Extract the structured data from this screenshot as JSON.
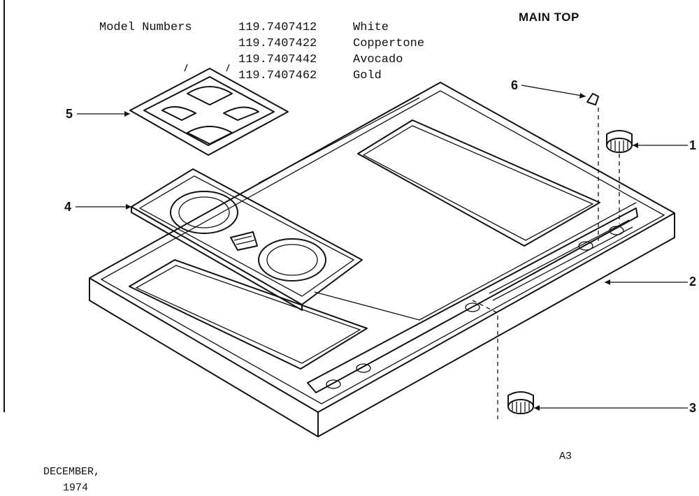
{
  "header": {
    "title": "MAIN TOP",
    "model_label": "Model Numbers",
    "models": [
      {
        "number": "119.7407412",
        "color": "White"
      },
      {
        "number": "119.7407422",
        "color": "Coppertone"
      },
      {
        "number": "119.7407442",
        "color": "Avocado"
      },
      {
        "number": "119.7407462",
        "color": "Gold"
      }
    ]
  },
  "callouts": [
    "1",
    "2",
    "3",
    "4",
    "5",
    "6"
  ],
  "footer": {
    "page_code": "A3",
    "date_month": "DECEMBER,",
    "date_year": "1974"
  },
  "parts": {
    "grate": "grate-5",
    "burner_panel": "burner-panel-4",
    "main_top": "main-top-2",
    "knob_upper": "knob-1",
    "knob_lower": "knob-3",
    "clip": "clip-6"
  }
}
